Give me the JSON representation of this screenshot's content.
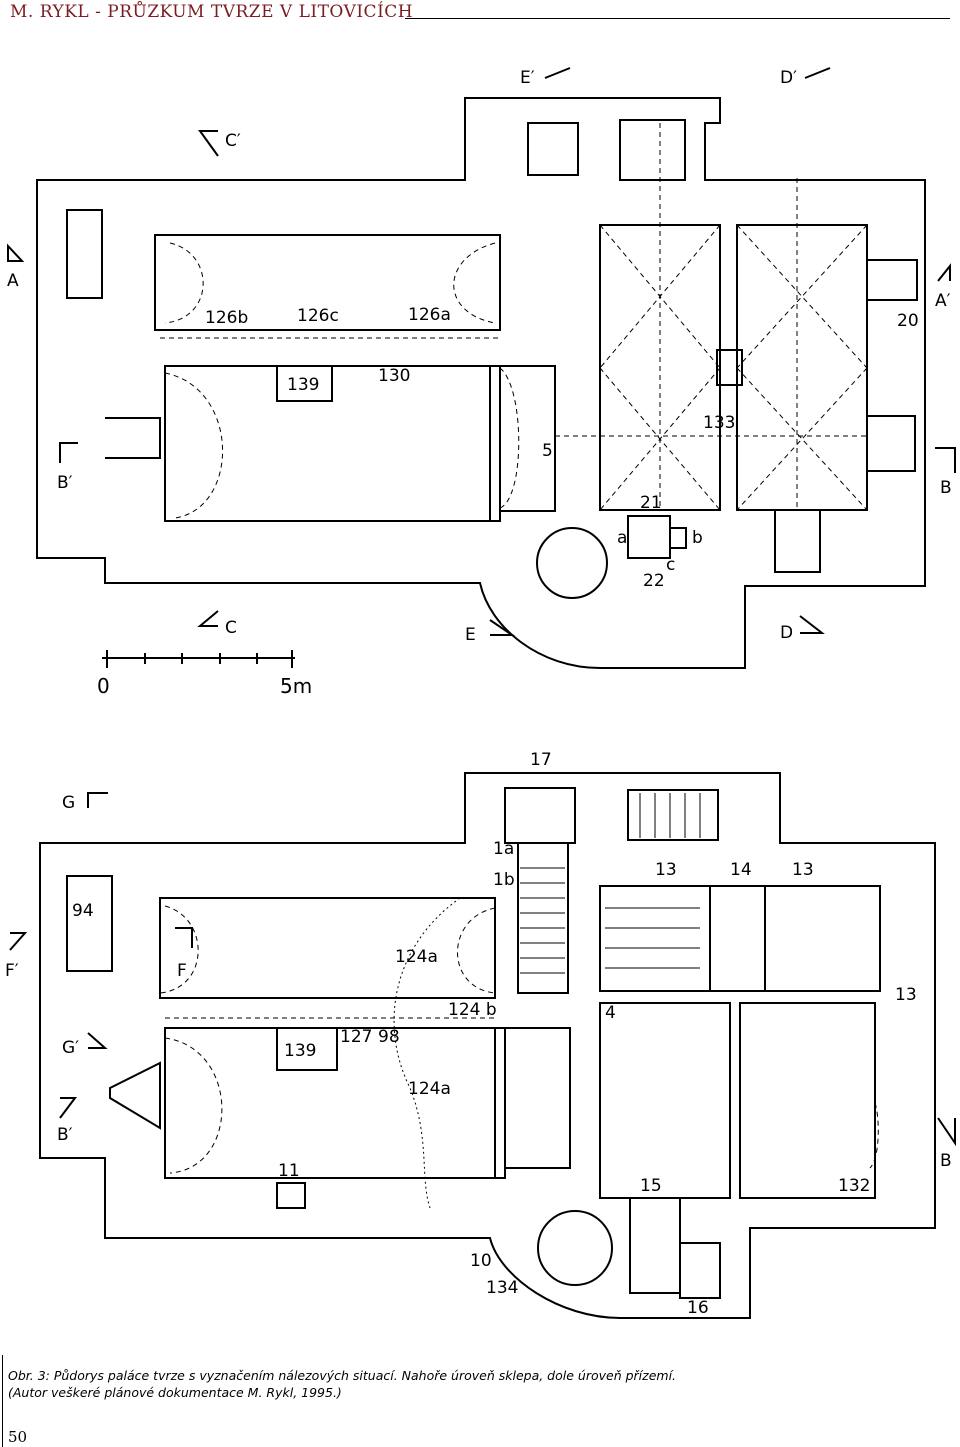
{
  "header": {
    "title": "M. RYKL - PRŮZKUM TVRZE V LITOVICÍCH"
  },
  "plans": {
    "cellar": {
      "room_labels": [
        "126b",
        "126c",
        "126a",
        "139",
        "130",
        "133",
        "5",
        "20",
        "21",
        "22"
      ],
      "detail_labels": [
        "a",
        "b",
        "c"
      ],
      "section_marks": [
        "A",
        "A′",
        "B",
        "B′",
        "C",
        "C′",
        "D",
        "D′",
        "E",
        "E′"
      ],
      "scale": {
        "start": "0",
        "end": "5m"
      }
    },
    "ground": {
      "room_labels": [
        "17",
        "1a",
        "1b",
        "94",
        "13",
        "14",
        "13",
        "124a",
        "124 b",
        "127",
        "98",
        "124a",
        "139",
        "4",
        "13",
        "11",
        "15",
        "132",
        "10",
        "134",
        "16"
      ],
      "section_marks": [
        "G",
        "F",
        "F′",
        "G′",
        "B′",
        "B"
      ]
    }
  },
  "caption": {
    "line1": "Obr. 3: Půdorys paláce tvrze s vyznačením nálezových situací. Nahoře úroveň sklepa, dole úroveň přízemí.",
    "line2": "(Autor veškeré plánové dokumentace M. Rykl, 1995.)"
  },
  "page_number": "50"
}
